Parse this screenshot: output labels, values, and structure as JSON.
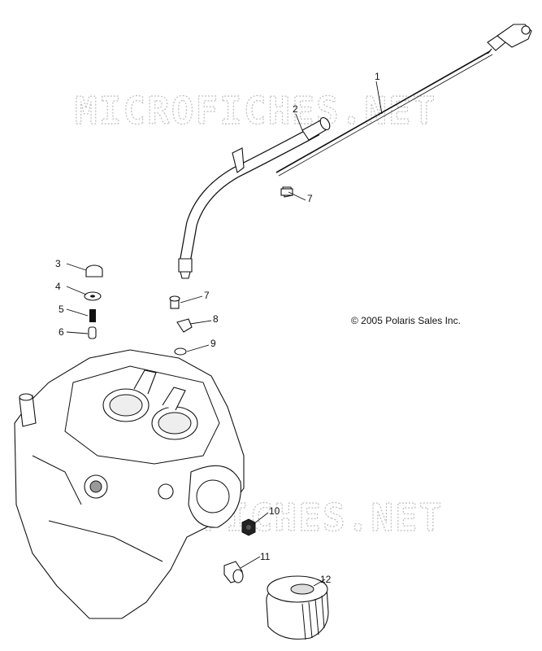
{
  "diagram": {
    "watermarks": [
      "MICROFICHES.NET",
      "MICROFICHES.NET"
    ],
    "copyright": "© 2005 Polaris Sales Inc.",
    "callouts": [
      {
        "num": "1"
      },
      {
        "num": "2"
      },
      {
        "num": "3"
      },
      {
        "num": "4"
      },
      {
        "num": "5"
      },
      {
        "num": "6"
      },
      {
        "num": "7"
      },
      {
        "num": "7"
      },
      {
        "num": "8"
      },
      {
        "num": "9"
      },
      {
        "num": "10"
      },
      {
        "num": "11"
      },
      {
        "num": "12"
      }
    ]
  }
}
